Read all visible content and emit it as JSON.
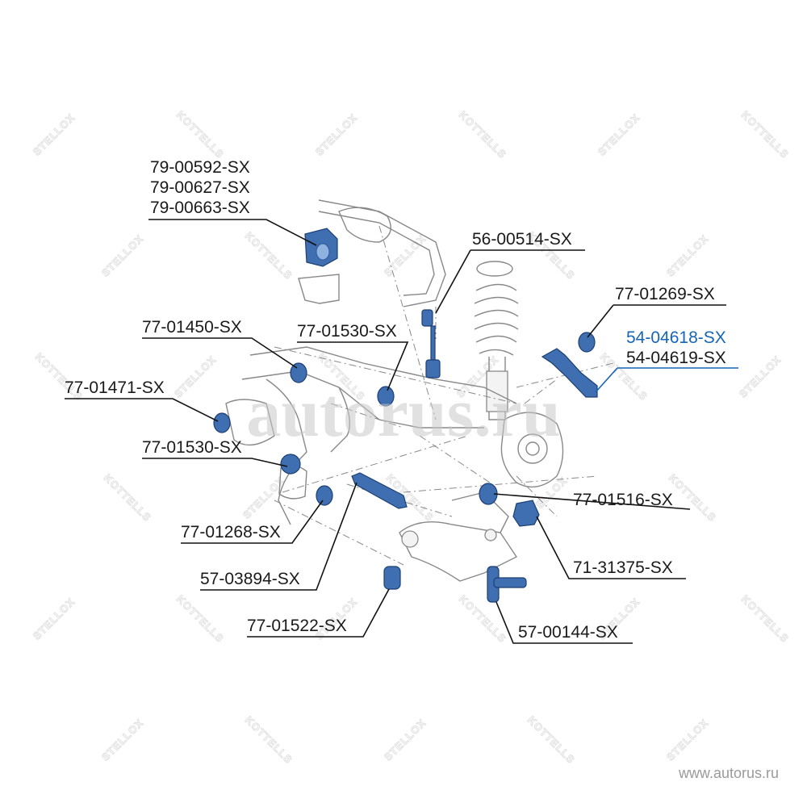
{
  "labels": [
    {
      "id": "79-00592",
      "text": "79-00592-SX",
      "highlight": false
    },
    {
      "id": "79-00627",
      "text": "79-00627-SX",
      "highlight": false
    },
    {
      "id": "79-00663",
      "text": "79-00663-SX",
      "highlight": false
    },
    {
      "id": "56-00514",
      "text": "56-00514-SX",
      "highlight": false
    },
    {
      "id": "77-01269",
      "text": "77-01269-SX",
      "highlight": false
    },
    {
      "id": "54-04618",
      "text": "54-04618-SX",
      "highlight": true
    },
    {
      "id": "54-04619",
      "text": "54-04619-SX",
      "highlight": false
    },
    {
      "id": "77-01450",
      "text": "77-01450-SX",
      "highlight": false
    },
    {
      "id": "77-01530-upper",
      "text": "77-01530-SX",
      "highlight": false
    },
    {
      "id": "77-01471",
      "text": "77-01471-SX",
      "highlight": false
    },
    {
      "id": "77-01530-lower",
      "text": "77-01530-SX",
      "highlight": false
    },
    {
      "id": "77-01516",
      "text": "77-01516-SX",
      "highlight": false
    },
    {
      "id": "77-01268",
      "text": "77-01268-SX",
      "highlight": false
    },
    {
      "id": "71-31375",
      "text": "71-31375-SX",
      "highlight": false
    },
    {
      "id": "57-03894",
      "text": "57-03894-SX",
      "highlight": false
    },
    {
      "id": "77-01522",
      "text": "77-01522-SX",
      "highlight": false
    },
    {
      "id": "57-00144",
      "text": "57-00144-SX",
      "highlight": false
    }
  ],
  "watermark": {
    "text": "autorus.ru",
    "brand_tile": "STELLOX",
    "brand_tile_mirror": "KOTTELLS",
    "site": "www.autorus.ru"
  },
  "colors": {
    "highlight": "#1565b8",
    "text": "#1a1a1a",
    "part": "#3f6fb0"
  }
}
